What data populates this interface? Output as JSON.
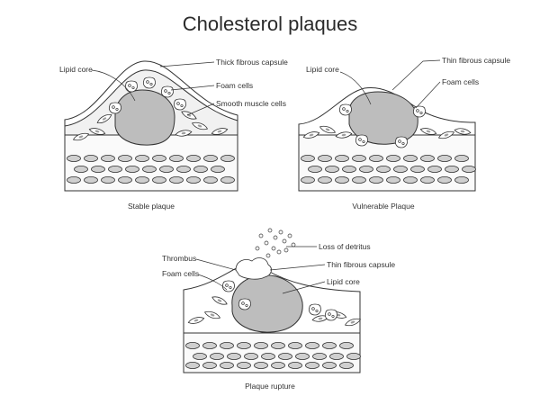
{
  "title": "Cholesterol plaques",
  "panels": {
    "stable": {
      "caption": "Stable plaque",
      "labels": {
        "lipid_core": "Lipid core",
        "capsule": "Thick fibrous capsule",
        "foam": "Foam cells",
        "smooth_muscle": "Smooth muscle cells"
      }
    },
    "vulnerable": {
      "caption": "Vulnerable Plaque",
      "labels": {
        "lipid_core": "Lipid core",
        "capsule": "Thin fibrous capsule",
        "foam": "Foam cells"
      }
    },
    "rupture": {
      "caption": "Plaque rupture",
      "labels": {
        "detritus": "Loss of detritus",
        "thrombus": "Thrombus",
        "capsule": "Thin fibrous capsule",
        "foam": "Foam cells",
        "lipid_core": "Lipid core"
      }
    }
  },
  "colors": {
    "outline": "#333333",
    "core": "#bdbdbd",
    "vessel_fill": "#f1f1f1",
    "cell_fill": "#cfcfcf"
  }
}
